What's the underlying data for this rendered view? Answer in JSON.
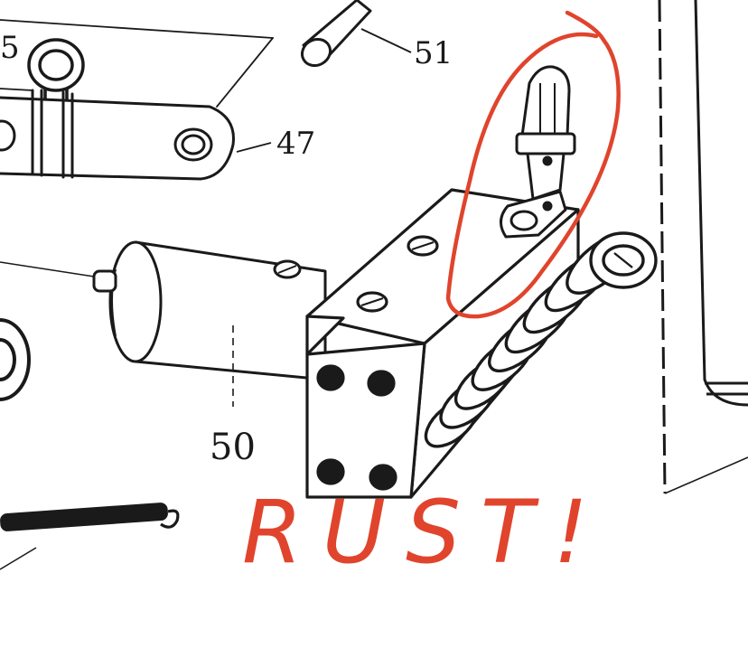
{
  "diagram": {
    "part_labels": {
      "p5": "5",
      "p51": "51",
      "p47": "47",
      "p50": "50"
    }
  },
  "annotation": {
    "text": "RUST!",
    "color": "#e0442c"
  },
  "colors": {
    "ink": "#1a1a1a",
    "paper": "#ffffff"
  }
}
